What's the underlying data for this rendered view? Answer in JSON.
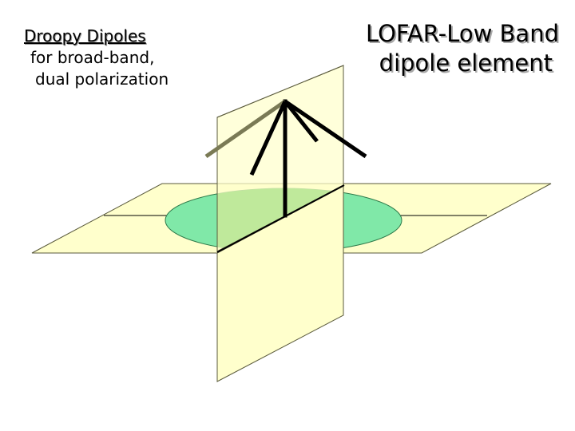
{
  "caption": {
    "line1": "Droopy Dipoles",
    "line2": "for broad-band,",
    "line3": "dual polarization"
  },
  "title": {
    "line1": "LOFAR-Low Band",
    "line2": "dipole element"
  },
  "colors": {
    "plane_fill": "#ffffcc",
    "plane_stroke": "#5a5a3c",
    "disc_fill": "#80e8a8",
    "disc_overlap_fill": "#bfe99b",
    "dipole_black": "#000000",
    "dipole_olive": "#7a7a55"
  }
}
